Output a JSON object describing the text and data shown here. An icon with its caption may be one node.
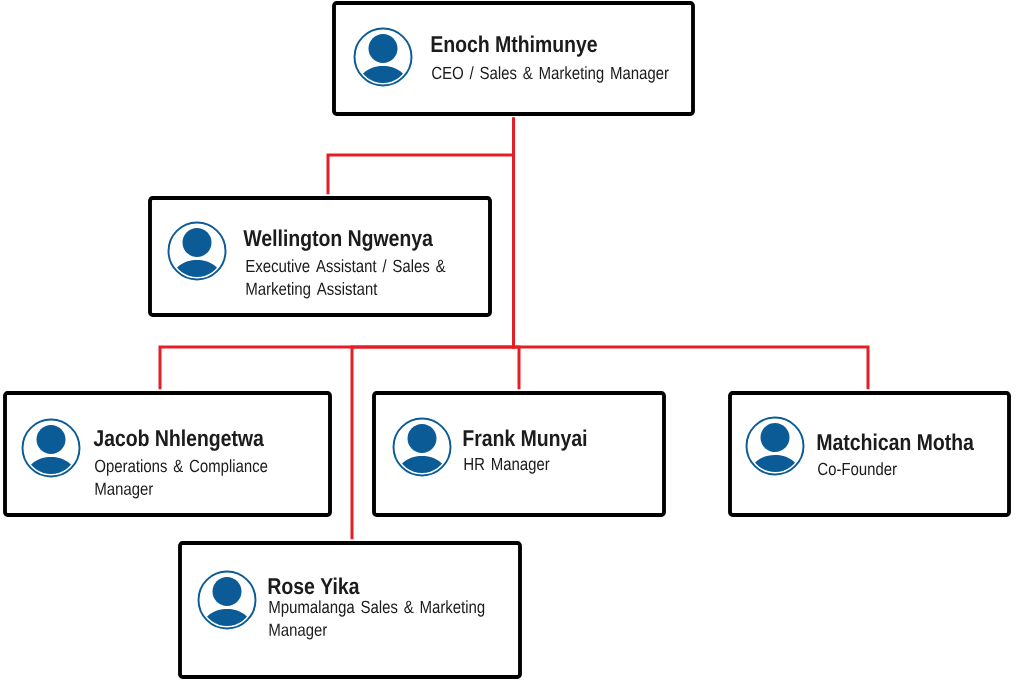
{
  "diagram": {
    "nodes": [
      {
        "text": [
          "Enoch Mthimunye",
          "CEO / Sales & Marketing Manager"
        ]
      },
      {
        "text": [
          "Wellington Ngwenya",
          "Executive Assistant / Sales & Marketing Assistant"
        ]
      },
      {
        "text": [
          "Jacob Nhlengetwa",
          "Operations & Compliance Manager"
        ]
      },
      {
        "text": [
          "Frank Munyai",
          "HR Manager"
        ]
      },
      {
        "text": [
          "Matchican Motha",
          "Co-Founder"
        ]
      },
      {
        "text": [
          "Rose Yika",
          "Mpumalanga Sales & Marketing Manager"
        ]
      }
    ],
    "edges": [
      {
        "from": 0,
        "to": 1,
        "arrow": "none"
      },
      {
        "from": 0,
        "to": 2,
        "arrow": "none"
      },
      {
        "from": 0,
        "to": 3,
        "arrow": "none"
      },
      {
        "from": 0,
        "to": 4,
        "arrow": "none"
      },
      {
        "from": 0,
        "to": 5,
        "arrow": "none"
      }
    ]
  }
}
